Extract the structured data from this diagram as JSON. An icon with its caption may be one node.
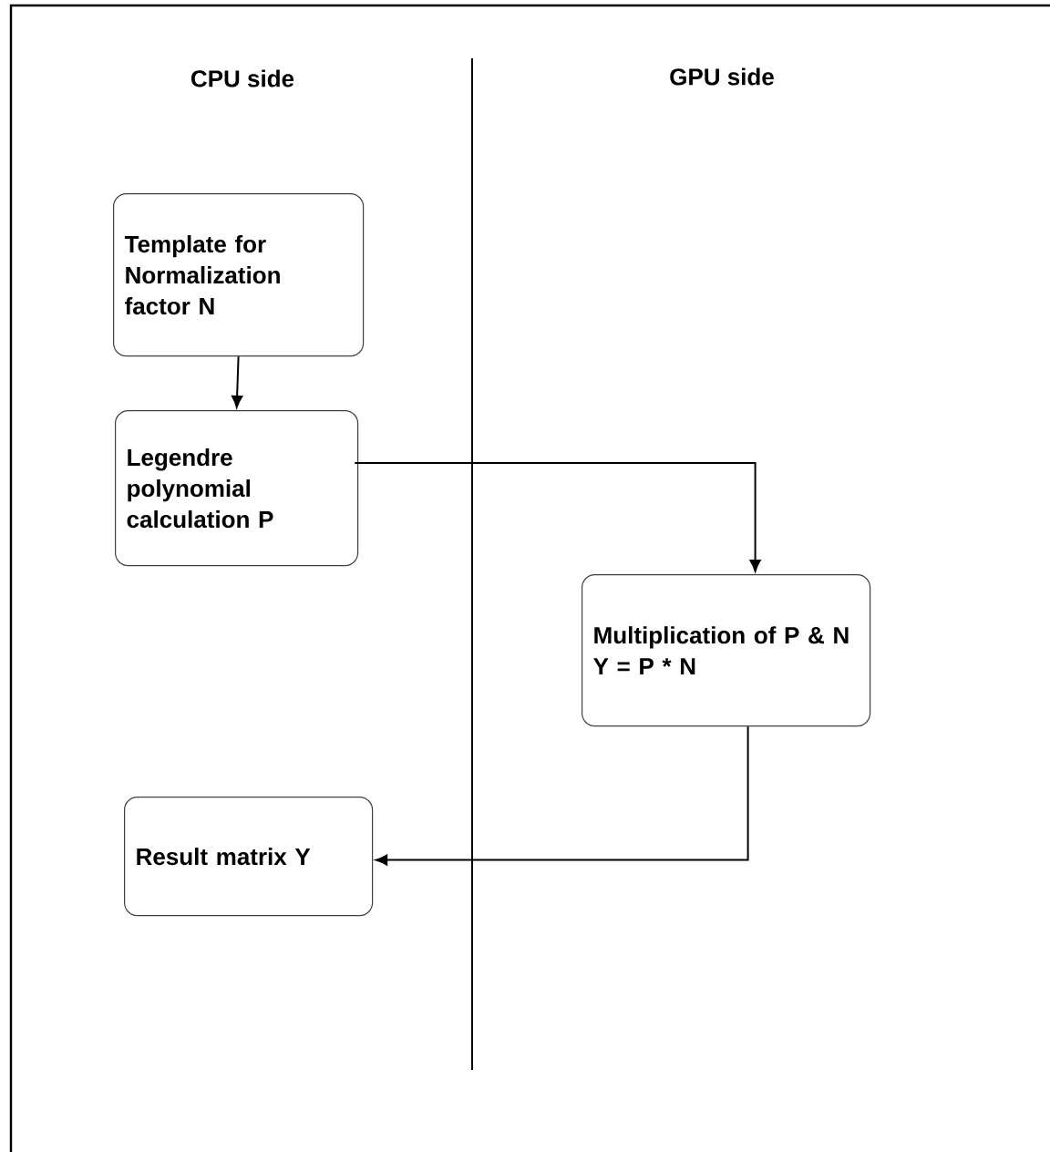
{
  "diagram": {
    "nodes": [
      {
        "text": [
          "Template for Normalization factor N"
        ]
      },
      {
        "text": [
          "Legendre polynomial calculation P"
        ]
      },
      {
        "text": [
          "Multiplication of P & N Y = P * N"
        ]
      },
      {
        "text": [
          "Result matrix Y"
        ]
      }
    ],
    "edges": [
      {
        "from": 0,
        "to": 1,
        "arrow": "to"
      },
      {
        "from": 1,
        "to": 2,
        "arrow": "to"
      },
      {
        "from": 2,
        "to": 3,
        "arrow": "to"
      }
    ],
    "labels": [
      "CPU side",
      "GPU side"
    ]
  }
}
